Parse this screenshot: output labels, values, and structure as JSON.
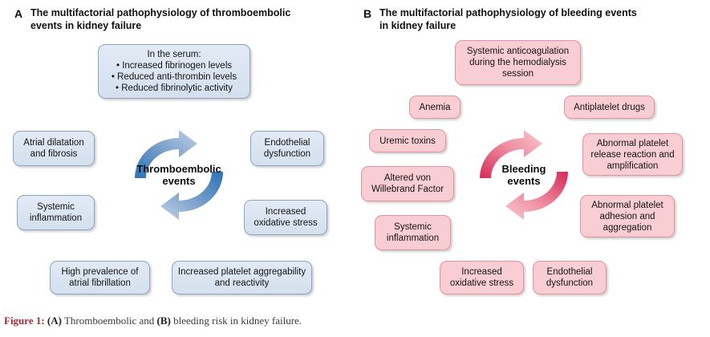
{
  "figure": {
    "caption_label": "Figure 1:",
    "caption_a_tag": "(A)",
    "caption_text_1": " Thromboembolic and ",
    "caption_b_tag": "(B)",
    "caption_text_2": " bleeding risk in kidney failure."
  },
  "colors": {
    "blue_fill": "#d9e4f1",
    "blue_border": "#8aa4c2",
    "blue_arrow_dark": "#1f6cb4",
    "blue_arrow_light": "#b9cbe4",
    "pink_fill": "#f9cdd4",
    "pink_border": "#e8919f",
    "pink_arrow_dark": "#d6295a",
    "pink_arrow_light": "#f6b9c3",
    "caption_accent": "#9e2b36"
  },
  "panel_a": {
    "letter": "A",
    "title": "The multifactorial pathophysiology of thromboembolic events in kidney failure",
    "center": {
      "line1": "Thromboembolic",
      "line2": "events"
    },
    "serum_box": {
      "heading": "In the serum:",
      "items": [
        "• Increased fibrinogen levels",
        "• Reduced anti-thrombin levels",
        "• Reduced fibrinolytic activity"
      ]
    },
    "nodes": [
      {
        "id": "atrial-dilatation-and-fibrosis",
        "text": "Atrial dilatation and fibrosis"
      },
      {
        "id": "systemic-inflammation",
        "text": "Systemic inflammation"
      },
      {
        "id": "endothelial-dysfunction",
        "text": "Endothelial dysfunction"
      },
      {
        "id": "increased-oxidative-stress",
        "text": "Increased oxidative stress"
      },
      {
        "id": "high-prevalence-of-atrial-fibrillation",
        "text": "High prevalence of atrial fibrillation"
      },
      {
        "id": "increased-platelet-aggregability-and-reactivity",
        "text": "Increased platelet aggregability and reactivity"
      }
    ]
  },
  "panel_b": {
    "letter": "B",
    "title": "The multifactorial pathophysiology of bleeding events in kidney failure",
    "center": {
      "line1": "Bleeding",
      "line2": "events"
    },
    "nodes": [
      {
        "id": "systemic-anticoagulation",
        "text": "Systemic anticoagulation during the hemodialysis session"
      },
      {
        "id": "anemia",
        "text": "Anemia"
      },
      {
        "id": "antiplatelet-drugs",
        "text": "Antiplatelet drugs"
      },
      {
        "id": "uremic-toxins",
        "text": "Uremic toxins"
      },
      {
        "id": "abnormal-platelet-release-reaction",
        "text": "Abnormal platelet release reaction and amplification"
      },
      {
        "id": "altered-von-willebrand-factor",
        "text": "Altered von Willebrand Factor"
      },
      {
        "id": "abnormal-platelet-adhesion",
        "text": "Abnormal platelet adhesion and aggregation"
      },
      {
        "id": "systemic-inflammation",
        "text": "Systemic inflammation"
      },
      {
        "id": "increased-oxidative-stress",
        "text": "Increased oxidative stress"
      },
      {
        "id": "endothelial-dysfunction",
        "text": "Endothelial dysfunction"
      }
    ]
  }
}
